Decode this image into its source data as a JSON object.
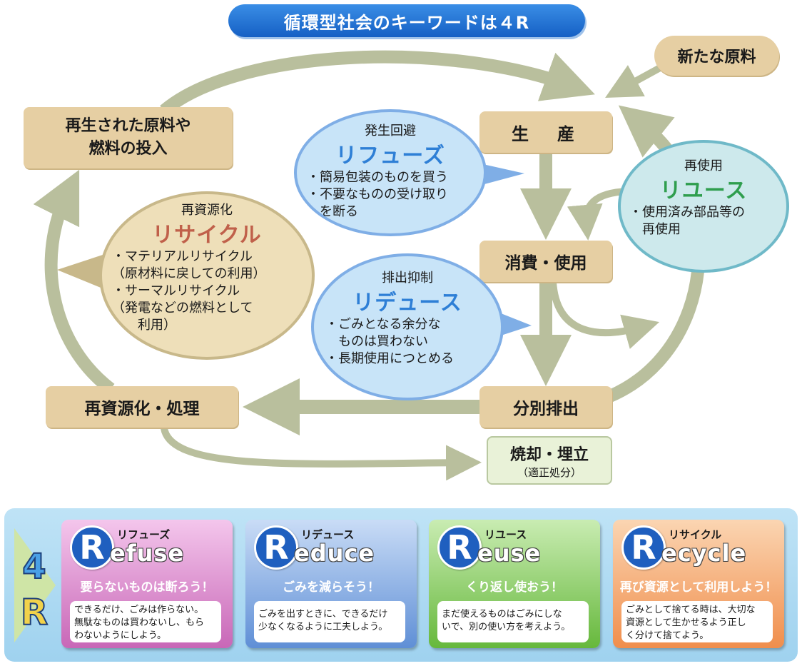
{
  "title": "循環型社会のキーワードは４R",
  "nodes": {
    "new_raw": "新たな原料",
    "production": "生　産",
    "consumption": "消費・使用",
    "separation": "分別排出",
    "recycling_processing": "再資源化・処理",
    "reinput_line1": "再生された原料や",
    "reinput_line2": "燃料の投入",
    "landfill_main": "焼却・埋立",
    "landfill_sub": "（適正処分）"
  },
  "bubbles": {
    "refuse": {
      "heading": "発生回避",
      "katakana": "リフューズ",
      "items": [
        "・簡易包装のものを買う",
        "・不要なものの受け取り",
        "　を断る"
      ]
    },
    "reduce": {
      "heading": "排出抑制",
      "katakana": "リデュース",
      "items": [
        "・ごみとなる余分な",
        "　ものは買わない",
        "・長期使用につとめる"
      ]
    },
    "reuse": {
      "heading": "再使用",
      "katakana": "リユース",
      "items": [
        "・使用済み部品等の",
        "　再使用"
      ]
    },
    "recycle": {
      "heading": "再資源化",
      "katakana": "リサイクル",
      "items": [
        "・マテリアルリサイクル",
        "（原材料に戻しての利用）",
        "・サーマルリサイクル",
        "（発電などの燃料として",
        "　　利用）"
      ]
    }
  },
  "badge": "4R",
  "cards": [
    {
      "kana": "リフューズ",
      "letter": "R",
      "word": "efuse",
      "slogan": "要らないものは断ろう！",
      "desc": [
        "できるだけ、ごみは作らない。",
        "無駄なものは買わないし、もら",
        "わないようにしよう。"
      ]
    },
    {
      "kana": "リデュース",
      "letter": "R",
      "word": "educe",
      "slogan": "ごみを減らそう！",
      "desc": [
        "ごみを出すときに、できるだけ",
        "少なくなるように工夫しよう。"
      ]
    },
    {
      "kana": "リユース",
      "letter": "R",
      "word": "euse",
      "slogan": "くり返し使おう！",
      "desc": [
        "まだ使えるものはごみにしな",
        "いで、別の使い方を考えよう。"
      ]
    },
    {
      "kana": "リサイクル",
      "letter": "R",
      "word": "ecycle",
      "slogan": "再び資源として利用しよう！",
      "desc": [
        "ごみとして捨てる時は、大切な",
        "資源として生かせるよう正し",
        "く分けて捨てよう。"
      ]
    }
  ],
  "colors": {
    "arrow": "#b9bf9d",
    "refuse_text": "#2e7fd6",
    "reduce_text": "#2e7fd6",
    "reuse_text": "#2f9e4e",
    "recycle_text": "#c0604a",
    "title_bg": "#1f6fd1"
  }
}
